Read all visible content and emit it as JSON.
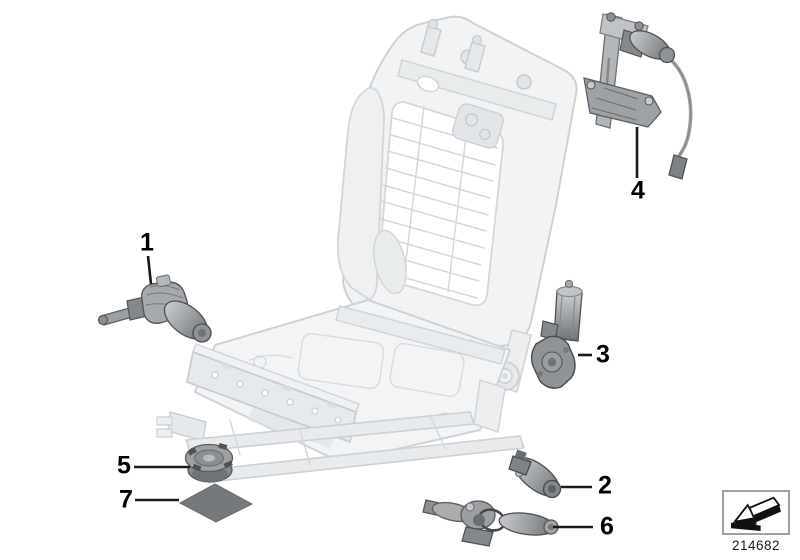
{
  "diagram": {
    "type": "exploded-parts-diagram",
    "subject": "front seat frame with electrical drive parts",
    "callouts": {
      "c1": {
        "label": "1"
      },
      "c2": {
        "label": "2"
      },
      "c3": {
        "label": "3"
      },
      "c4": {
        "label": "4"
      },
      "c5": {
        "label": "5"
      },
      "c6": {
        "label": "6"
      },
      "c7": {
        "label": "7"
      }
    },
    "drawing_number": "214682",
    "icons": {
      "reference_arrow": "diagram-reference-arrow-icon"
    },
    "colors": {
      "callout_text": "#000000",
      "leader_line": "#1a1a1a",
      "faded_frame_stroke": "#ccd1d5",
      "faded_frame_fill": "#f1f3f5",
      "part_body_gray": "#9da1a4",
      "pad_fill": "#75797c",
      "reference_box_border": "#9aa0a4"
    }
  }
}
